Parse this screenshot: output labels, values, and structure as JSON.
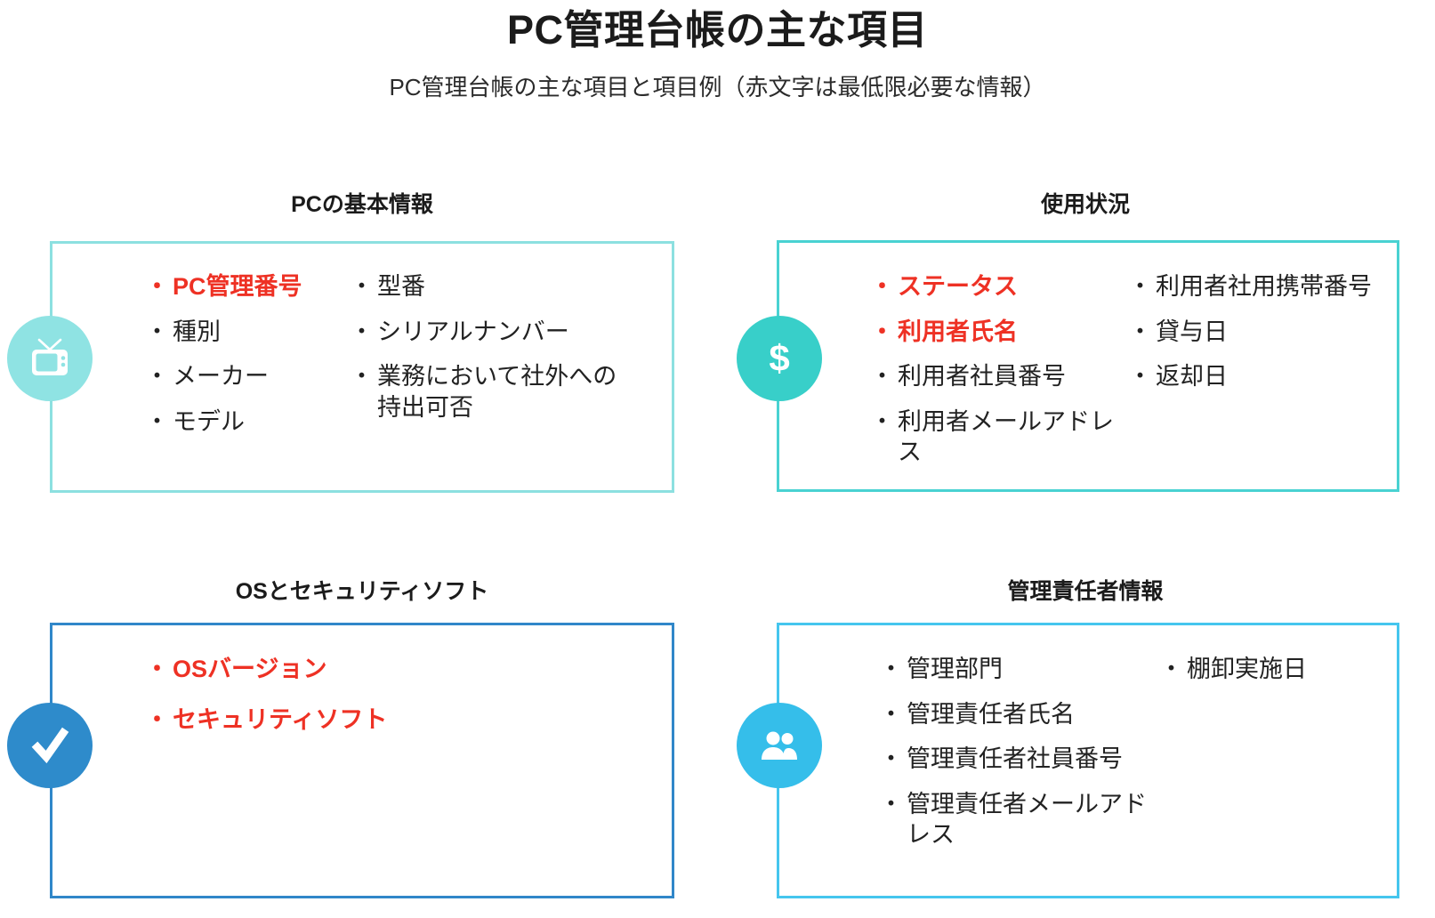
{
  "header": {
    "title": "PC管理台帳の主な項目",
    "subtitle": "PC管理台帳の主な項目と項目例（赤文字は最低限必要な情報）"
  },
  "colors": {
    "required_text": "#ee3124",
    "body_text": "#222222",
    "card_basic_border": "#8ce0e0",
    "card_basic_badge": "#8fe3e3",
    "card_usage_border": "#49d2d2",
    "card_usage_badge": "#38cfc9",
    "card_os_border": "#3087c9",
    "card_os_badge": "#2e8bcb",
    "card_manager_border": "#45c6ee",
    "card_manager_badge": "#35beea"
  },
  "cards": {
    "basic": {
      "heading": "PCの基本情報",
      "icon": "television-icon",
      "column_left": [
        {
          "label": "PC管理番号",
          "required": true
        },
        {
          "label": "種別",
          "required": false
        },
        {
          "label": "メーカー",
          "required": false
        },
        {
          "label": "モデル",
          "required": false
        }
      ],
      "column_right": [
        {
          "label": "型番",
          "required": false
        },
        {
          "label": "シリアルナンバー",
          "required": false
        },
        {
          "label": "業務において社外への\n持出可否",
          "required": false
        }
      ]
    },
    "usage": {
      "heading": "使用状況",
      "icon": "dollar-sign-icon",
      "column_left": [
        {
          "label": "ステータス",
          "required": true
        },
        {
          "label": "利用者氏名",
          "required": true
        },
        {
          "label": "利用者社員番号",
          "required": false
        },
        {
          "label": "利用者メールアドレス",
          "required": false
        }
      ],
      "column_right": [
        {
          "label": "利用者社用携帯番号",
          "required": false
        },
        {
          "label": "貸与日",
          "required": false
        },
        {
          "label": "返却日",
          "required": false
        }
      ]
    },
    "os": {
      "heading": "OSとセキュリティソフト",
      "icon": "check-mark-icon",
      "column_left": [
        {
          "label": "OSバージョン",
          "required": true
        },
        {
          "label": "セキュリティソフト",
          "required": true
        }
      ],
      "column_right": []
    },
    "manager": {
      "heading": "管理責任者情報",
      "icon": "people-icon",
      "column_left": [
        {
          "label": "管理部門",
          "required": false
        },
        {
          "label": "管理責任者氏名",
          "required": false
        },
        {
          "label": "管理責任者社員番号",
          "required": false
        },
        {
          "label": "管理責任者メールアドレス",
          "required": false
        }
      ],
      "column_right": [
        {
          "label": "棚卸実施日",
          "required": false
        }
      ]
    }
  },
  "bullet_glyph": "・"
}
